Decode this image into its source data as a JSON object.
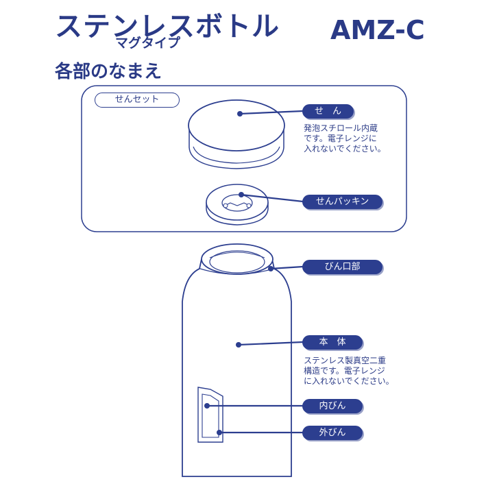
{
  "header": {
    "title": "ステンレスボトル",
    "subtitle": "マグタイプ",
    "model": "AMZ-C",
    "heading": "各部のなまえ"
  },
  "diagram": {
    "set_label": "せんセット",
    "parts": [
      {
        "label": "せ　ん",
        "note": "発泡スチロール内蔵\nです。電子レンジに\n入れないでください。"
      },
      {
        "label": "せんパッキン",
        "note": ""
      },
      {
        "label": "びん口部",
        "note": ""
      },
      {
        "label": "本　体",
        "note": "ステンレス製真空二重\n構造です。電子レンジ\nに入れないでください。"
      },
      {
        "label": "内びん",
        "note": ""
      },
      {
        "label": "外びん",
        "note": ""
      }
    ]
  },
  "colors": {
    "navy": "#2c3e8f",
    "text": "#2a3a86",
    "background": "#ffffff"
  }
}
